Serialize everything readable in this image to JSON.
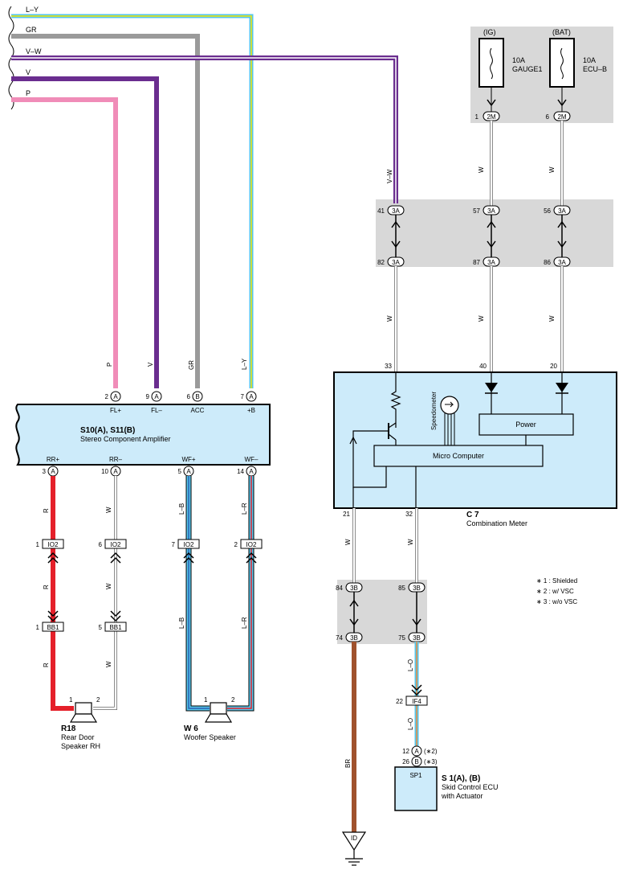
{
  "colors": {
    "pink": "#f08cb8",
    "violet": "#6a2d8f",
    "gray": "#9a9a9a",
    "lightblue": "#55c6ec",
    "yellow": "#f5e600",
    "red": "#e5202a",
    "brown": "#a0522d",
    "shade": "#d8d8d8",
    "component": "#cdebfa"
  },
  "wires_top": [
    "L–Y",
    "GR",
    "V–W",
    "V",
    "P"
  ],
  "fuses": {
    "ig_label": "(IG)",
    "bat_label": "(BAT)",
    "gauge_rating": "10A",
    "gauge_name": "GAUGE1",
    "ecu_rating": "10A",
    "ecu_name": "ECU–B",
    "pin1": "1",
    "pin6": "6",
    "conn": "2M"
  },
  "jb": {
    "pins_top": [
      "41",
      "57",
      "56"
    ],
    "pins_bottom": [
      "82",
      "87",
      "86"
    ],
    "conn": "3A"
  },
  "vertical_wire_labels": {
    "vw": "V–W",
    "w": "W",
    "p": "P",
    "v": "V",
    "gr": "GR",
    "ly": "L–Y",
    "r": "R",
    "lb": "L–B",
    "lr": "L–R",
    "br": "BR",
    "lo": "L–O"
  },
  "meter": {
    "id": "C 7",
    "name": "Combination Meter",
    "pin_top": [
      "33",
      "40",
      "20"
    ],
    "pin_bottom": [
      "21",
      "32"
    ],
    "power": "Power",
    "micro": "Micro Computer",
    "speedo": "Speedometer"
  },
  "amp": {
    "id": "S10(A), S11(B)",
    "name": "Stereo Component Amplifier",
    "top_pins": [
      {
        "num": "2",
        "conn": "A",
        "label": "FL+"
      },
      {
        "num": "9",
        "conn": "A",
        "label": "FL–"
      },
      {
        "num": "6",
        "conn": "B",
        "label": "ACC"
      },
      {
        "num": "7",
        "conn": "A",
        "label": "+B"
      }
    ],
    "bottom_pins": [
      {
        "num": "3",
        "conn": "A",
        "label": "RR+"
      },
      {
        "num": "10",
        "conn": "A",
        "label": "RR–"
      },
      {
        "num": "5",
        "conn": "A",
        "label": "WF+"
      },
      {
        "num": "14",
        "conn": "A",
        "label": "WF–"
      }
    ]
  },
  "io2": {
    "conn": "IO2",
    "pins": [
      "1",
      "6",
      "7",
      "2"
    ]
  },
  "bb1": {
    "conn": "BB1",
    "pins": [
      "1",
      "5"
    ]
  },
  "speakers": {
    "r18_id": "R18",
    "r18_name1": "Rear Door",
    "r18_name2": "Speaker RH",
    "r18_p1": "1",
    "r18_p2": "2",
    "w6_id": "W 6",
    "w6_name": "Woofer Speaker",
    "w6_p1": "1",
    "w6_p2": "2"
  },
  "jb3b": {
    "pins_top": [
      "84",
      "85"
    ],
    "pins_bottom": [
      "74",
      "75"
    ],
    "conn": "3B"
  },
  "if4": {
    "num": "22",
    "conn": "IF4"
  },
  "skid": {
    "pin_a": "12",
    "conn_a": "A",
    "note_a": "(∗2)",
    "pin_b": "26",
    "conn_b": "B",
    "note_b": "(∗3)",
    "sp": "SP1",
    "id": "S 1(A), (B)",
    "name1": "Skid Control ECU",
    "name2": "with Actuator"
  },
  "ground": "ID",
  "notes": [
    "∗ 1 : Shielded",
    "∗ 2 : w/ VSC",
    "∗ 3 : w/o VSC"
  ]
}
